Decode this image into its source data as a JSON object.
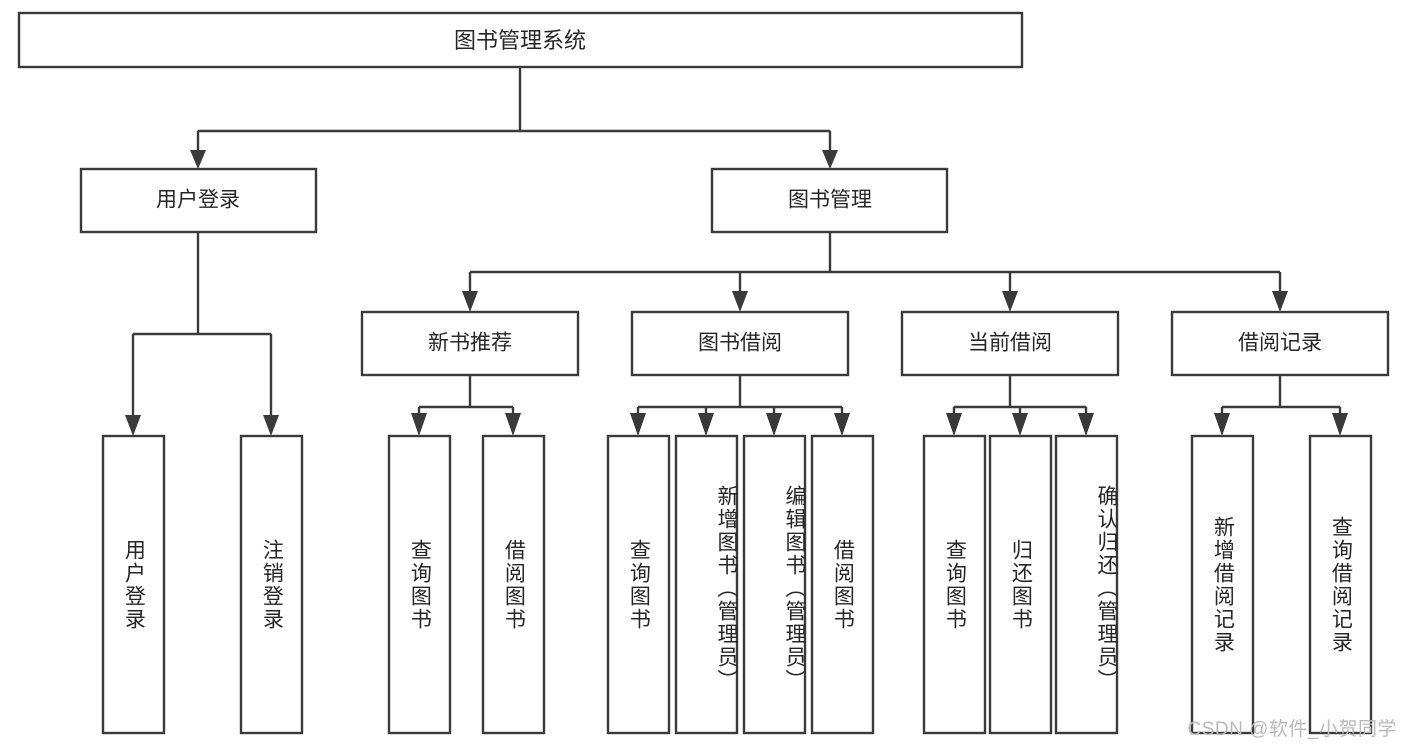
{
  "diagram": {
    "title": "图书管理系统",
    "type": "tree",
    "root": {
      "id": "root",
      "label": "图书管理系统"
    },
    "level2": [
      {
        "id": "user-login",
        "label": "用户登录"
      },
      {
        "id": "book-management",
        "label": "图书管理"
      }
    ],
    "level3": [
      {
        "id": "new-book-recommend",
        "label": "新书推荐"
      },
      {
        "id": "book-borrow",
        "label": "图书借阅"
      },
      {
        "id": "current-borrow",
        "label": "当前借阅"
      },
      {
        "id": "borrow-record",
        "label": "借阅记录"
      }
    ],
    "leaves": [
      {
        "id": "leaf-user-login",
        "label": "用户登录",
        "parent": "user-login"
      },
      {
        "id": "leaf-logout",
        "label": "注销登录",
        "parent": "user-login"
      },
      {
        "id": "leaf-query-book-1",
        "label": "查询图书",
        "parent": "new-book-recommend"
      },
      {
        "id": "leaf-borrow-book-1",
        "label": "借阅图书",
        "parent": "new-book-recommend"
      },
      {
        "id": "leaf-query-book-2",
        "label": "查询图书",
        "parent": "book-borrow"
      },
      {
        "id": "leaf-add-book",
        "label": "新增图书（管理员）",
        "parent": "book-borrow"
      },
      {
        "id": "leaf-edit-book",
        "label": "编辑图书（管理员）",
        "parent": "book-borrow"
      },
      {
        "id": "leaf-borrow-book-2",
        "label": "借阅图书",
        "parent": "book-borrow"
      },
      {
        "id": "leaf-query-book-3",
        "label": "查询图书",
        "parent": "current-borrow"
      },
      {
        "id": "leaf-return-book",
        "label": "归还图书",
        "parent": "current-borrow"
      },
      {
        "id": "leaf-confirm-return",
        "label": "确认归还（管理员）",
        "parent": "current-borrow"
      },
      {
        "id": "leaf-add-record",
        "label": "新增借阅记录",
        "parent": "borrow-record"
      },
      {
        "id": "leaf-query-record",
        "label": "查询借阅记录",
        "parent": "borrow-record"
      }
    ],
    "watermark": "CSDN @软件_小贺同学",
    "colors": {
      "stroke": "#3a3a3a",
      "box_fill": "#ffffff",
      "text": "#262626",
      "background": "#ffffff",
      "watermark": "#b9b9b9"
    }
  }
}
